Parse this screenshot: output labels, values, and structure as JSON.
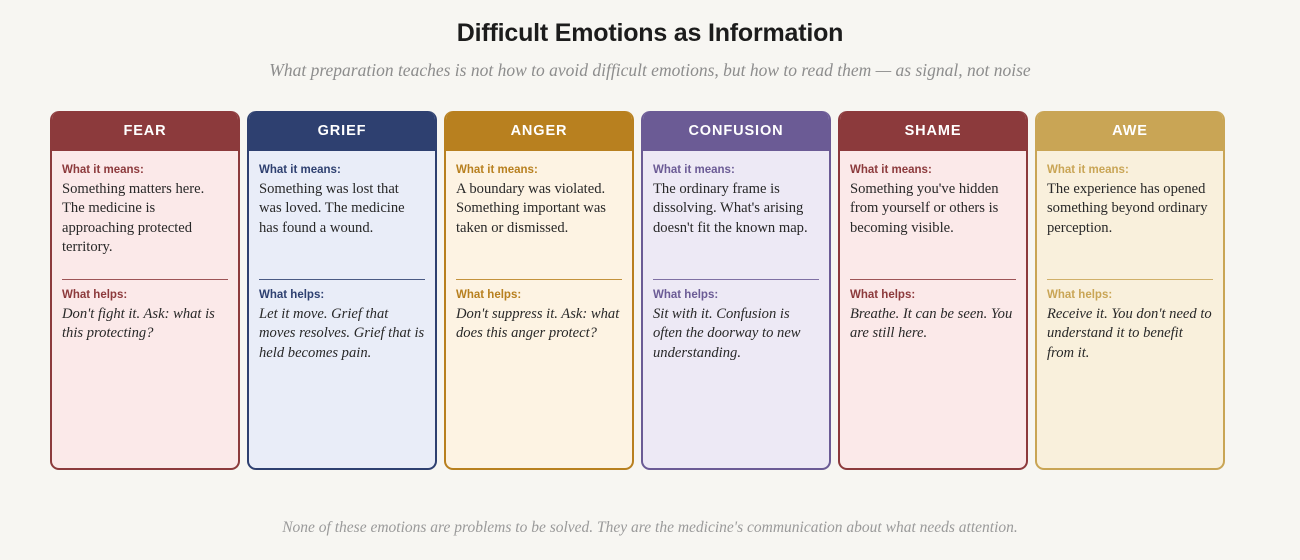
{
  "header": {
    "title": "Difficult Emotions as Information",
    "subtitle": "What preparation teaches is not how to avoid difficult emotions, but how to read them — as signal, not noise"
  },
  "labels": {
    "means": "What it means:",
    "helps": "What helps:"
  },
  "cards": [
    {
      "name": "FEAR",
      "means": "Something matters here. The medicine is approaching protected territory.",
      "helps": "Don't fight it. Ask: what is this protecting?",
      "accent": "#8c3a3c",
      "body_bg": "#fbe9e9",
      "label_color": "#8c3a3c",
      "divider_color": "#8c3a3c"
    },
    {
      "name": "GRIEF",
      "means": "Something was lost that was loved. The medicine has found a wound.",
      "helps": "Let it move. Grief that moves resolves. Grief that is held becomes pain.",
      "accent": "#2e4070",
      "body_bg": "#e9edf8",
      "label_color": "#2e4070",
      "divider_color": "#2e4070"
    },
    {
      "name": "ANGER",
      "means": "A boundary was violated. Something important was taken or dismissed.",
      "helps": "Don't suppress it. Ask: what does this anger protect?",
      "accent": "#b8801f",
      "body_bg": "#fdf3e3",
      "label_color": "#b8801f",
      "divider_color": "#b8801f"
    },
    {
      "name": "CONFUSION",
      "means": "The ordinary frame is dissolving. What's arising doesn't fit the known map.",
      "helps": "Sit with it. Confusion is often the doorway to new understanding.",
      "accent": "#6b5b95",
      "body_bg": "#ede9f5",
      "label_color": "#6b5b95",
      "divider_color": "#6b5b95"
    },
    {
      "name": "SHAME",
      "means": "Something you've hidden from yourself or others is becoming visible.",
      "helps": "Breathe. It can be seen. You are still here.",
      "accent": "#8c3a3c",
      "body_bg": "#fbe9e9",
      "label_color": "#8c3a3c",
      "divider_color": "#8c3a3c"
    },
    {
      "name": "AWE",
      "means": "The experience has opened something beyond ordinary perception.",
      "helps": "Receive it. You don't need to understand it to benefit from it.",
      "accent": "#c9a555",
      "body_bg": "#f9f0dc",
      "label_color": "#c9a555",
      "divider_color": "#c9a555"
    }
  ],
  "footer": {
    "text": "None of these emotions are problems to be solved. They are the medicine's communication about what needs attention."
  },
  "theme": {
    "page_bg": "#f7f6f2",
    "title_color": "#1c1c1c",
    "subtitle_color": "#8d8d8d",
    "footer_color": "#9a9a9a"
  }
}
